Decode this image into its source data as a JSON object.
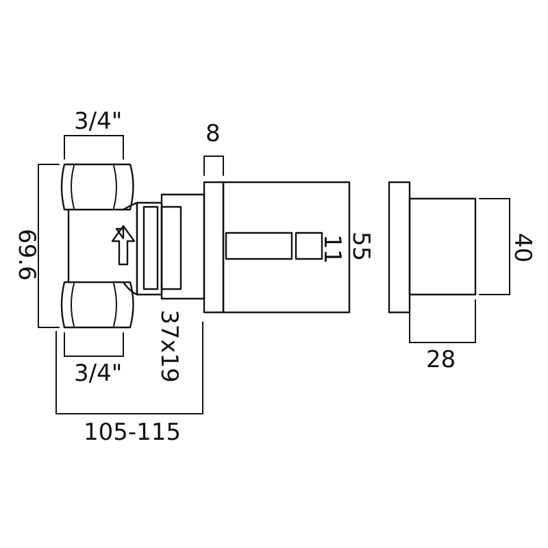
{
  "dimensions": {
    "inlet_top_thread": "3/4\"",
    "inlet_bottom_thread": "3/4\"",
    "body_height": "69.6",
    "wall_plate_thickness": "8",
    "spindle_size": "11",
    "plate_height": "55",
    "nut_size": "37x19",
    "overall_depth": "105-115",
    "handle_height": "40",
    "handle_depth": "28"
  },
  "colors": {
    "line": "#111111",
    "background": "#ffffff"
  },
  "icons": {
    "flow_direction": "arrow-up-icon"
  }
}
